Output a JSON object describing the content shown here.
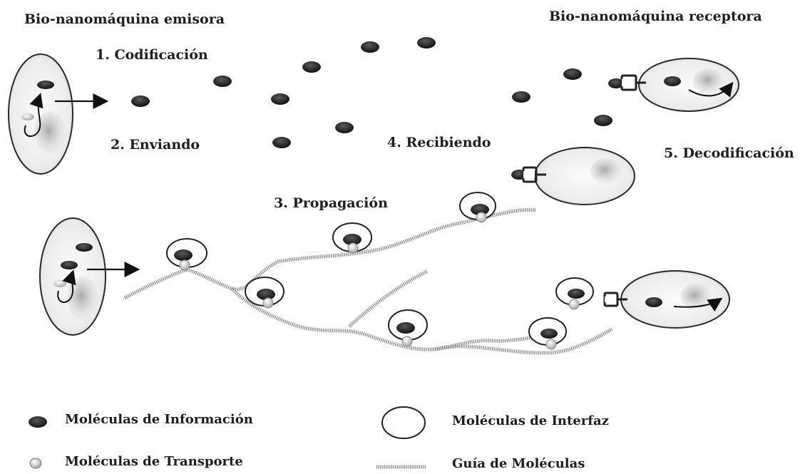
{
  "labels": {
    "sender": "Bio-nanomáquina emisora",
    "receiver": "Bio-nanomáquina receptora",
    "step1": "1. Codificación",
    "step2": "2. Enviando",
    "step3": "3. Propagación",
    "step4": "4. Recibiendo",
    "step5": "5. Decodificación"
  },
  "legend": {
    "info": "Moléculas de Información",
    "transport": "Moléculas de Transporte",
    "interface": "Moléculas de Interfaz",
    "guide": "Guía de Moléculas"
  },
  "colors": {
    "info_molecule": "#1f1f1f",
    "transport_molecule": "#cfcfcf",
    "cell_fill": "#ececec",
    "guide": "#7a7a7a"
  }
}
